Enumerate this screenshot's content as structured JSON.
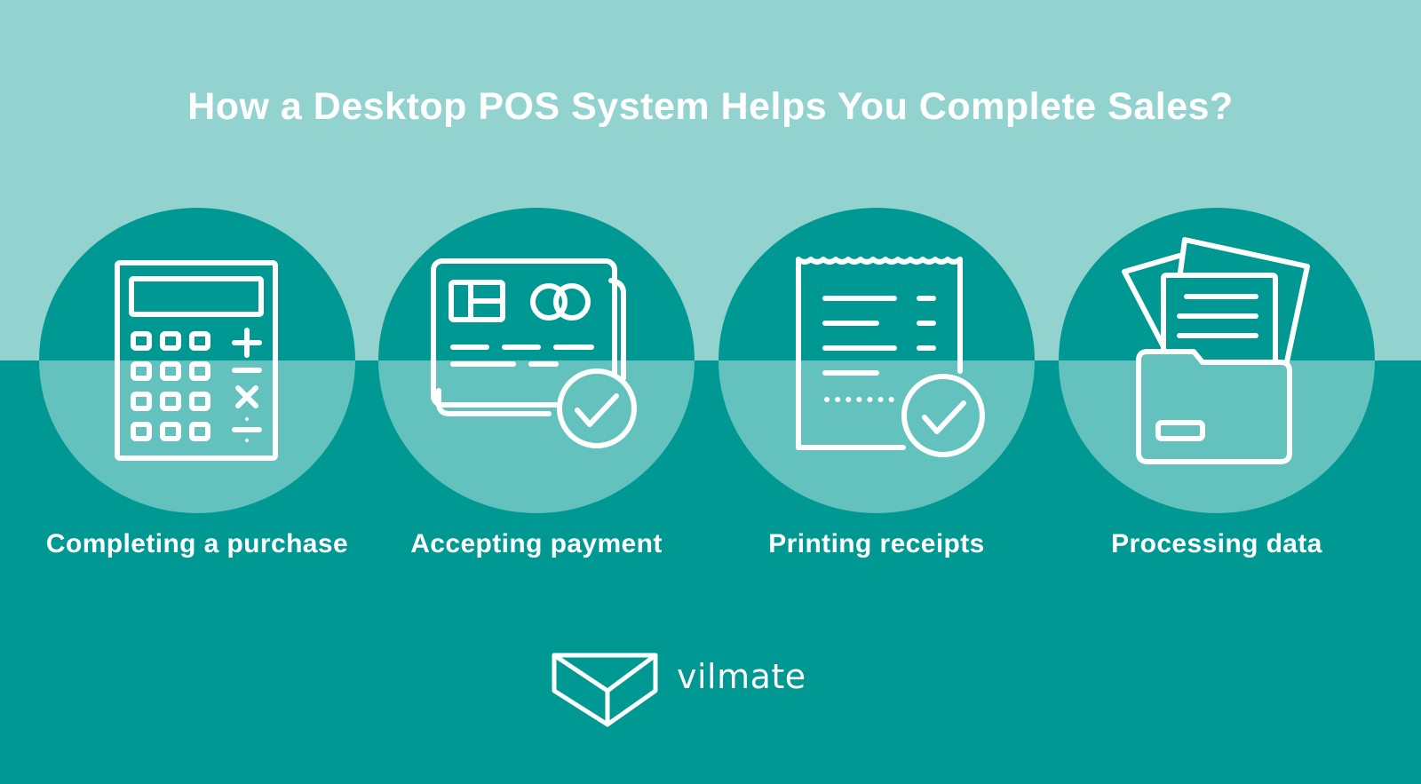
{
  "colors": {
    "background_top": "#93d3cf",
    "background_bottom": "#009893",
    "circle_top": "#009893",
    "circle_bottom": "#63c2bd",
    "foreground": "#ffffff"
  },
  "title": "How a Desktop POS System Helps You Complete Sales?",
  "features": [
    {
      "label": "Completing a purchase",
      "icon": "calculator-icon"
    },
    {
      "label": "Accepting payment",
      "icon": "credit-card-check-icon"
    },
    {
      "label": "Printing receipts",
      "icon": "receipt-check-icon"
    },
    {
      "label": "Processing data",
      "icon": "folder-documents-icon"
    }
  ],
  "brand": {
    "name": "vilmate",
    "logo_icon": "envelope-cube-logo-icon"
  }
}
